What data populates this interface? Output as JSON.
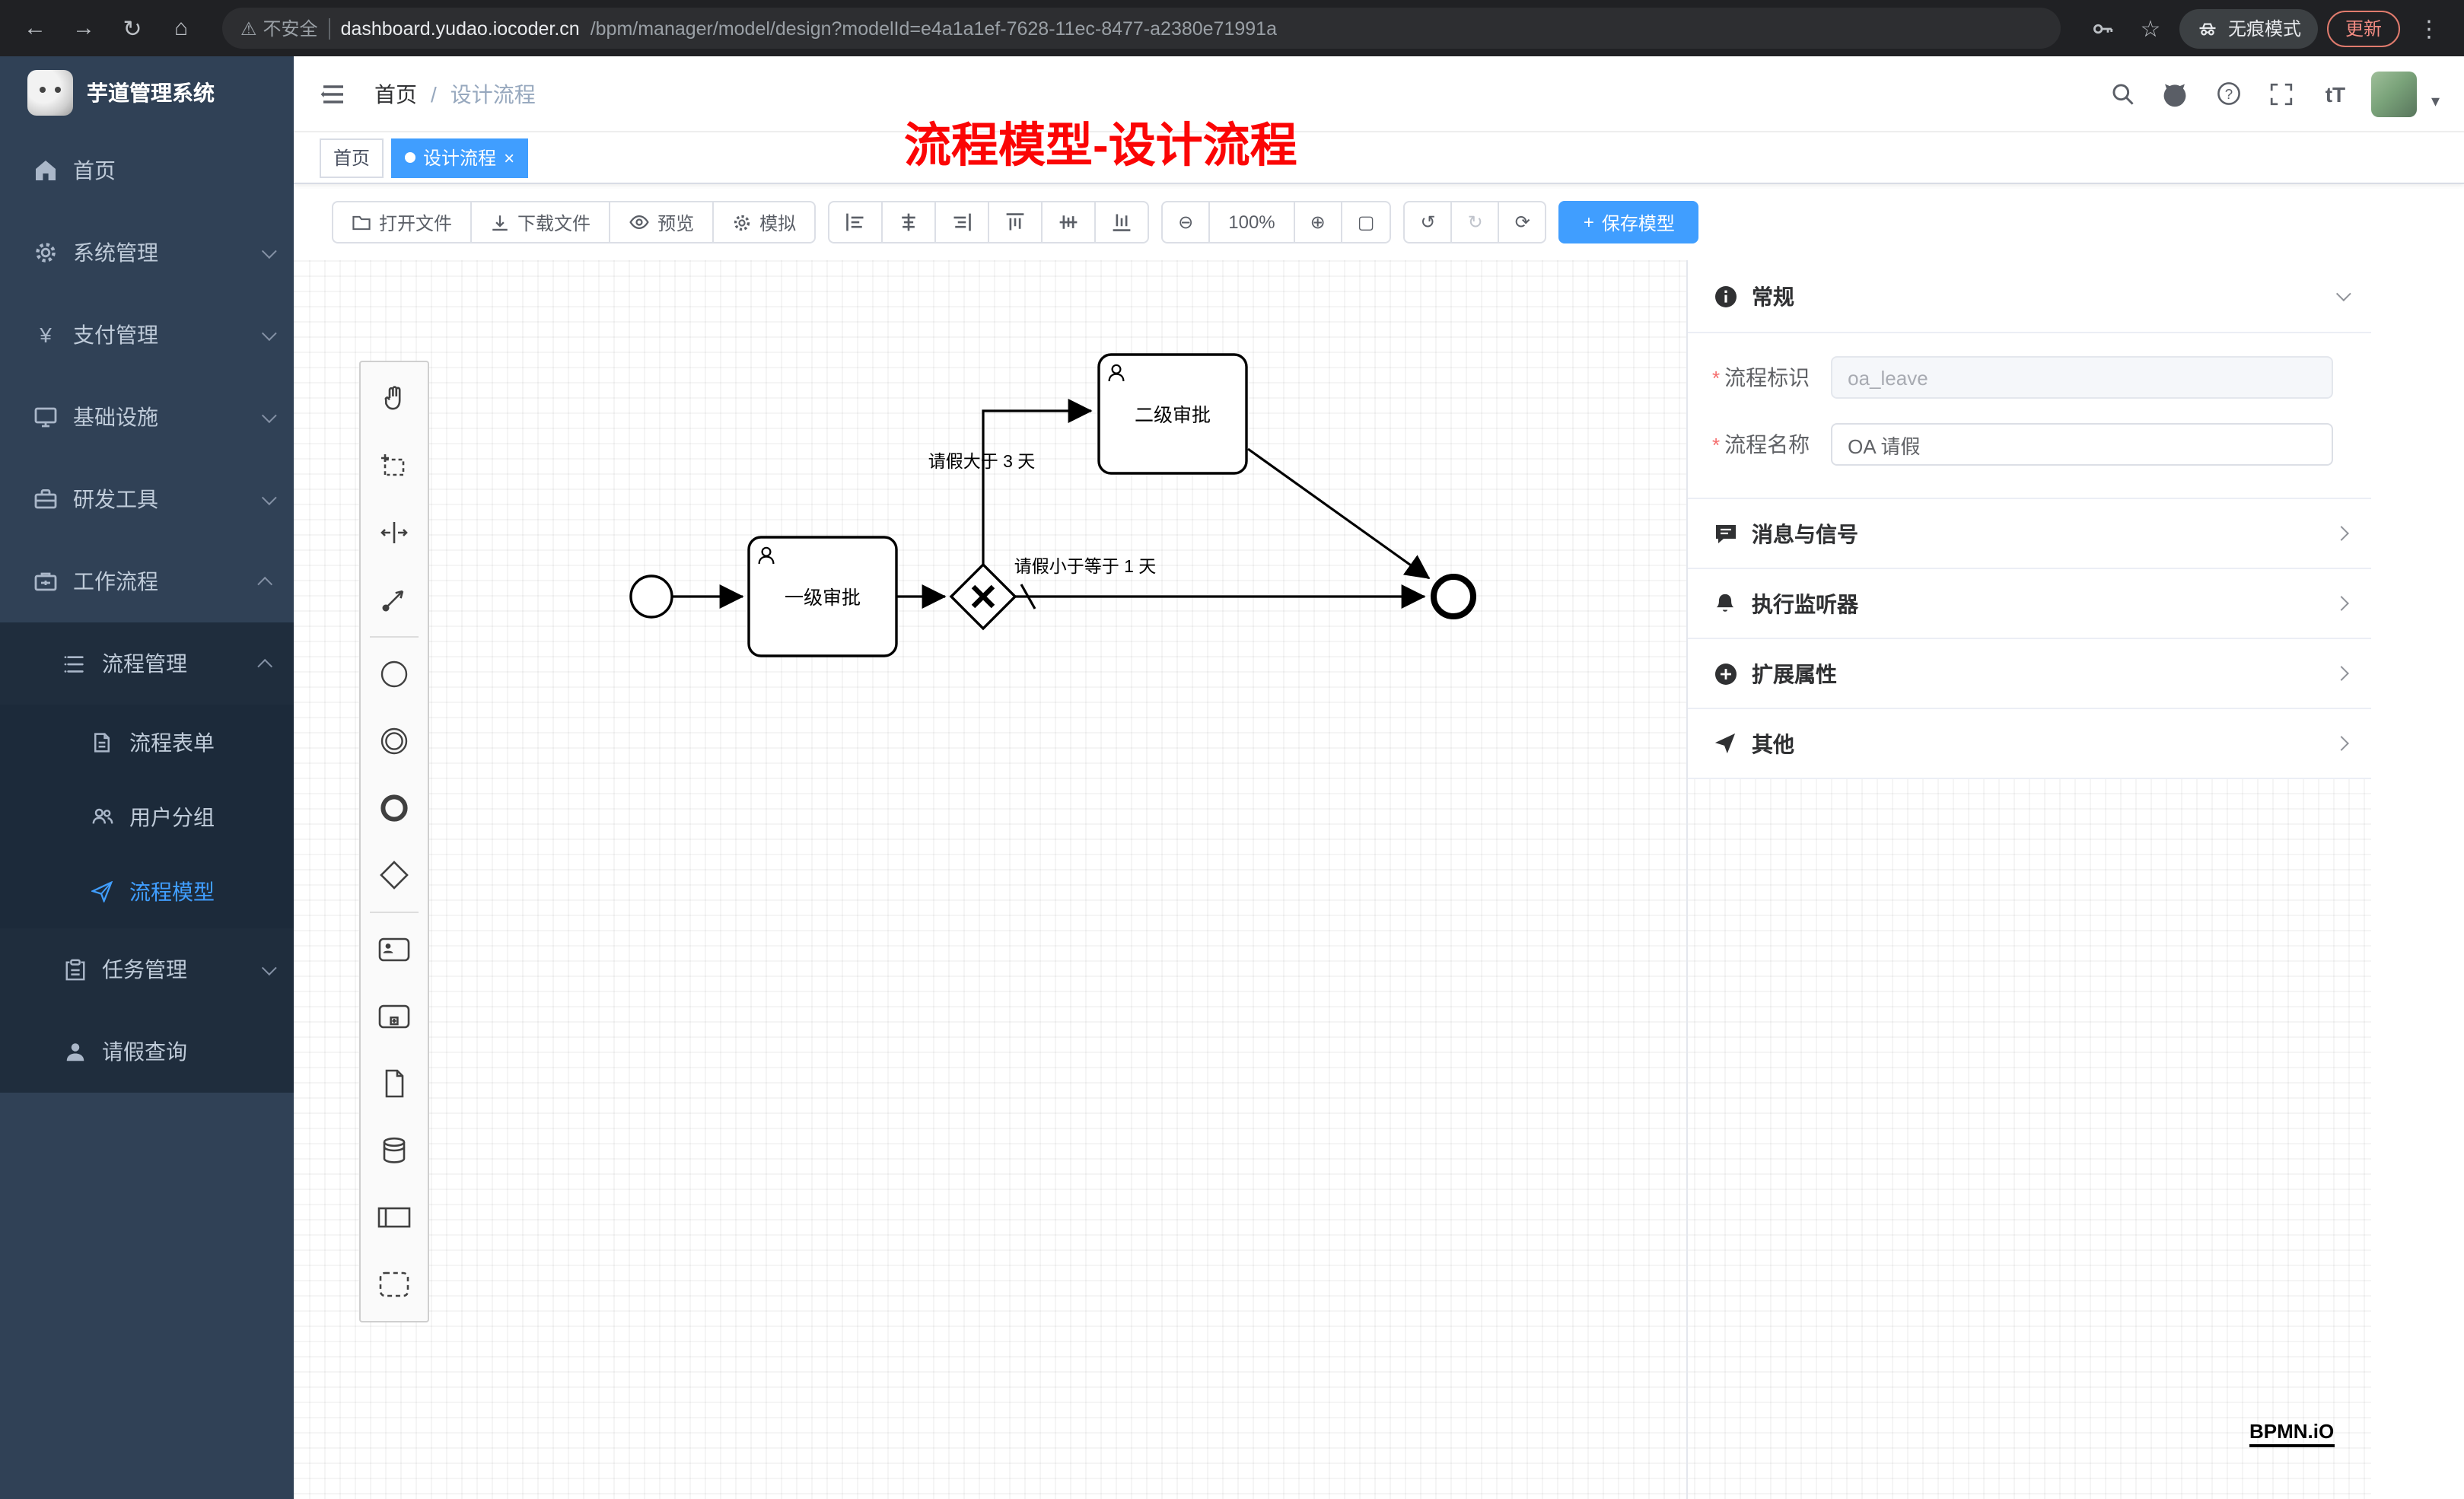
{
  "icons": {
    "back": "←",
    "forward": "→",
    "reload": "↻",
    "home": "⌂",
    "warning": "⚠",
    "star": "☆",
    "more": "⋮",
    "caret_down": "▾",
    "zoom_out": "⊖",
    "zoom_in": "⊕",
    "zoom_reset": "▢",
    "undo": "↺",
    "redo": "↻",
    "refresh": "⟳",
    "plus": "+",
    "close": "×",
    "yen": "¥",
    "asterisk": "*",
    "font_size": "tT",
    "question": "?"
  },
  "browser": {
    "security": "不安全",
    "url_domain": "dashboard.yudao.iocoder.cn",
    "url_path": "/bpm/manager/model/design?modelId=e4a1a1ef-7628-11ec-8477-a2380e71991a",
    "incognito": "无痕模式",
    "update": "更新"
  },
  "sidebar": {
    "title": "芋道管理系统",
    "items": [
      {
        "label": "首页"
      },
      {
        "label": "系统管理"
      },
      {
        "label": "支付管理"
      },
      {
        "label": "基础设施"
      },
      {
        "label": "研发工具"
      },
      {
        "label": "工作流程"
      }
    ],
    "submenu": {
      "process_mgmt": "流程管理",
      "process_form": "流程表单",
      "user_group": "用户分组",
      "process_model": "流程模型",
      "task_mgmt": "任务管理",
      "leave_query": "请假查询"
    }
  },
  "header": {
    "breadcrumb_home": "首页",
    "breadcrumb_sep": "/",
    "breadcrumb_current": "设计流程",
    "annotation": "流程模型-设计流程"
  },
  "tabs": [
    {
      "label": "首页"
    },
    {
      "label": "设计流程"
    }
  ],
  "toolbar": {
    "open_file": "打开文件",
    "download_file": "下载文件",
    "preview": "预览",
    "simulate": "模拟",
    "zoom_level": "100%",
    "save_model": "保存模型"
  },
  "canvas": {
    "diagram": {
      "task1": "一级审批",
      "task2": "二级审批",
      "flow_top": "请假大于 3 天",
      "flow_bottom": "请假小于等于 1 天"
    },
    "watermark": "BPMN.iO"
  },
  "properties": {
    "general": {
      "title": "常规",
      "field_key_label": "流程标识",
      "field_key_value": "oa_leave",
      "field_name_label": "流程名称",
      "field_name_value": "OA 请假"
    },
    "sections": [
      {
        "title": "消息与信号"
      },
      {
        "title": "执行监听器"
      },
      {
        "title": "扩展属性"
      },
      {
        "title": "其他"
      }
    ]
  }
}
